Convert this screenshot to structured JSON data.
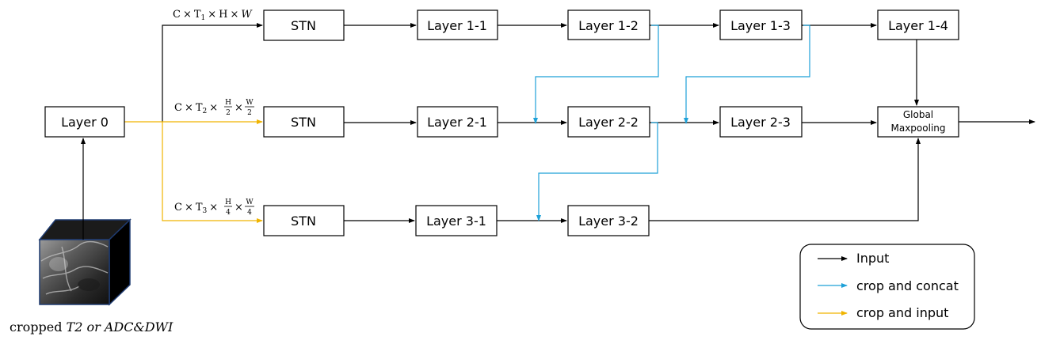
{
  "colors": {
    "input": "#000000",
    "crop_concat": "#1ea1d8",
    "crop_input": "#f0b400"
  },
  "nodes": {
    "layer0": "Layer 0",
    "stn1": "STN",
    "stn2": "STN",
    "stn3": "STN",
    "l11": "Layer 1-1",
    "l12": "Layer 1-2",
    "l13": "Layer 1-3",
    "l14": "Layer 1-4",
    "l21": "Layer 2-1",
    "l22": "Layer 2-2",
    "l23": "Layer 2-3",
    "l31": "Layer 3-1",
    "l32": "Layer 3-2",
    "pool_line1": "Global",
    "pool_line2": "Maxpooling"
  },
  "shapes": {
    "row1": {
      "c": "C",
      "t": "T",
      "sub": "1",
      "h": "H",
      "w": "W"
    },
    "row2": {
      "c": "C",
      "t": "T",
      "sub": "2",
      "h": "H",
      "w": "W",
      "den": "2"
    },
    "row3": {
      "c": "C",
      "t": "T",
      "sub": "3",
      "h": "H",
      "w": "W",
      "den": "4"
    },
    "times": "×"
  },
  "caption": {
    "prefix": "cropped ",
    "t2": "T2",
    "or": " or ",
    "adc": "ADC&DWI"
  },
  "legend": {
    "input": "Input",
    "concat": "crop and concat",
    "crop_input": "crop and input"
  }
}
